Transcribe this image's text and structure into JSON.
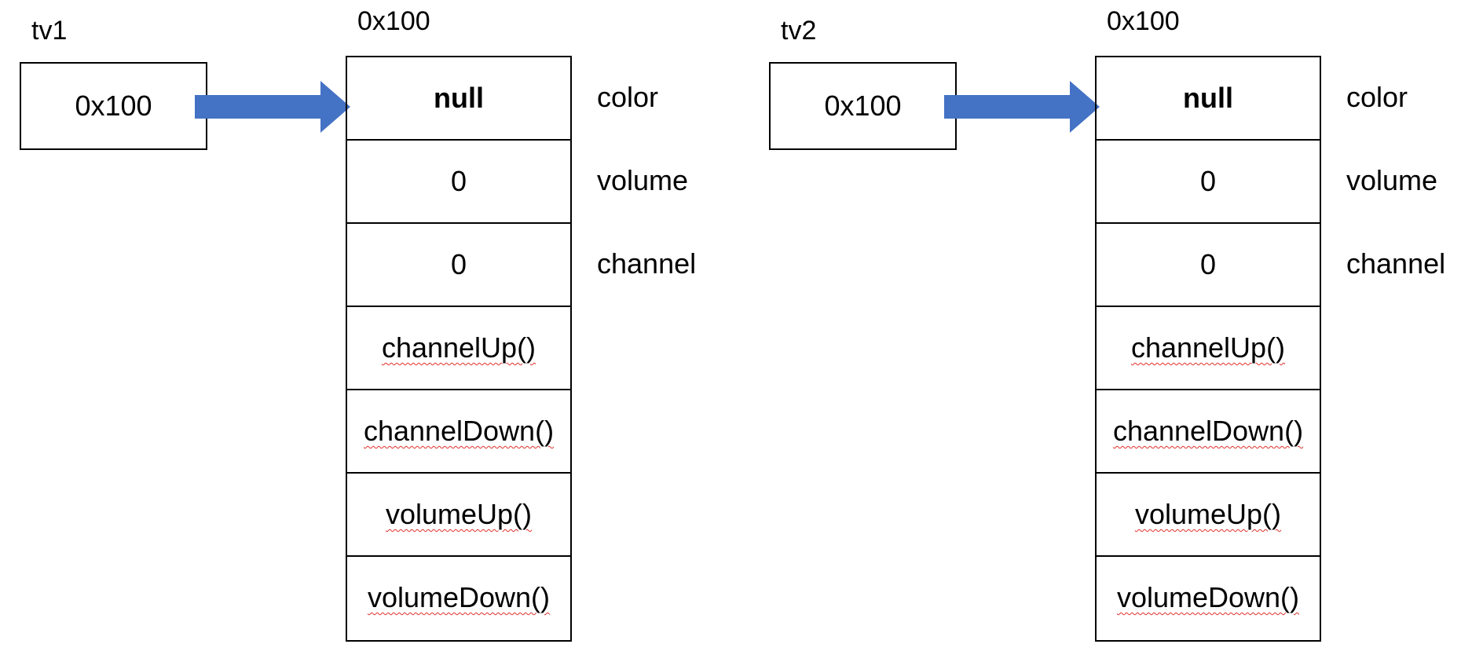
{
  "colors": {
    "arrow": "#4472c4",
    "border": "#000000",
    "spellcheck_underline": "#e0302a"
  },
  "diagrams": [
    {
      "variable": {
        "name": "tv1",
        "value": "0x100"
      },
      "object": {
        "address": "0x100",
        "cells": [
          "null",
          "0",
          "0",
          "channelUp()",
          "channelDown()",
          "volumeUp()",
          "volumeDown()"
        ]
      },
      "field_labels": [
        "color",
        "volume",
        "channel"
      ]
    },
    {
      "variable": {
        "name": "tv2",
        "value": "0x100"
      },
      "object": {
        "address": "0x100",
        "cells": [
          "null",
          "0",
          "0",
          "channelUp()",
          "channelDown()",
          "volumeUp()",
          "volumeDown()"
        ]
      },
      "field_labels": [
        "color",
        "volume",
        "channel"
      ]
    }
  ]
}
